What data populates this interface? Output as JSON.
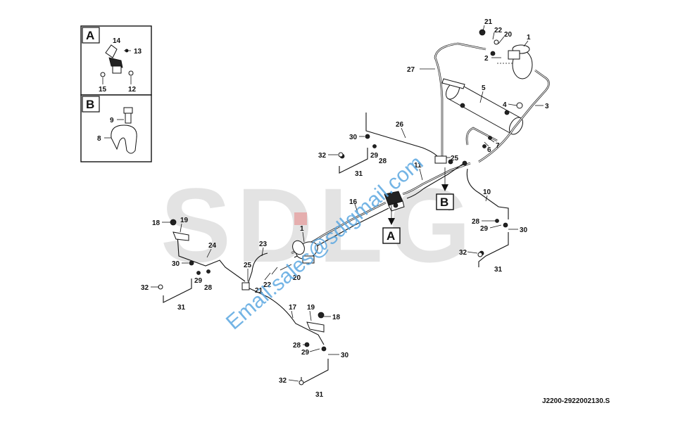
{
  "watermark": {
    "brand": "SDLG",
    "email": "Email:sales@sdlgmail.com"
  },
  "drawing_code": "J2200-2922002130.S",
  "insets": [
    {
      "letter": "A",
      "parts": [
        "14",
        "13",
        "15",
        "12"
      ]
    },
    {
      "letter": "B",
      "parts": [
        "9",
        "8"
      ]
    }
  ],
  "view_tags": [
    "A",
    "B"
  ],
  "callouts": {
    "c21a": "21",
    "c22a": "22",
    "c20a": "20",
    "c1a": "1",
    "c2a": "2",
    "c27": "27",
    "c5": "5",
    "c4": "4",
    "c3": "3",
    "c26": "26",
    "c30a": "30",
    "c29a": "29",
    "c28a": "28",
    "c32a": "32",
    "c31a": "31",
    "c25a": "25",
    "c6": "6",
    "c7": "7",
    "c11": "11",
    "c16": "16",
    "c10": "10",
    "c28b": "28",
    "c29b": "29",
    "c30b": "30",
    "c32b": "32",
    "c31b": "31",
    "c18a": "18",
    "c19a": "19",
    "c24": "24",
    "c30c": "30",
    "c29c": "29",
    "c28c": "28",
    "c32c": "32",
    "c31c": "31",
    "c1b": "1",
    "c23": "23",
    "c25b": "25",
    "c20b": "20",
    "c22b": "22",
    "c21b": "21",
    "c17": "17",
    "c19b": "19",
    "c18b": "18",
    "c28d": "28",
    "c29d": "29",
    "c30d": "30",
    "c32d": "32",
    "c31d": "31"
  }
}
